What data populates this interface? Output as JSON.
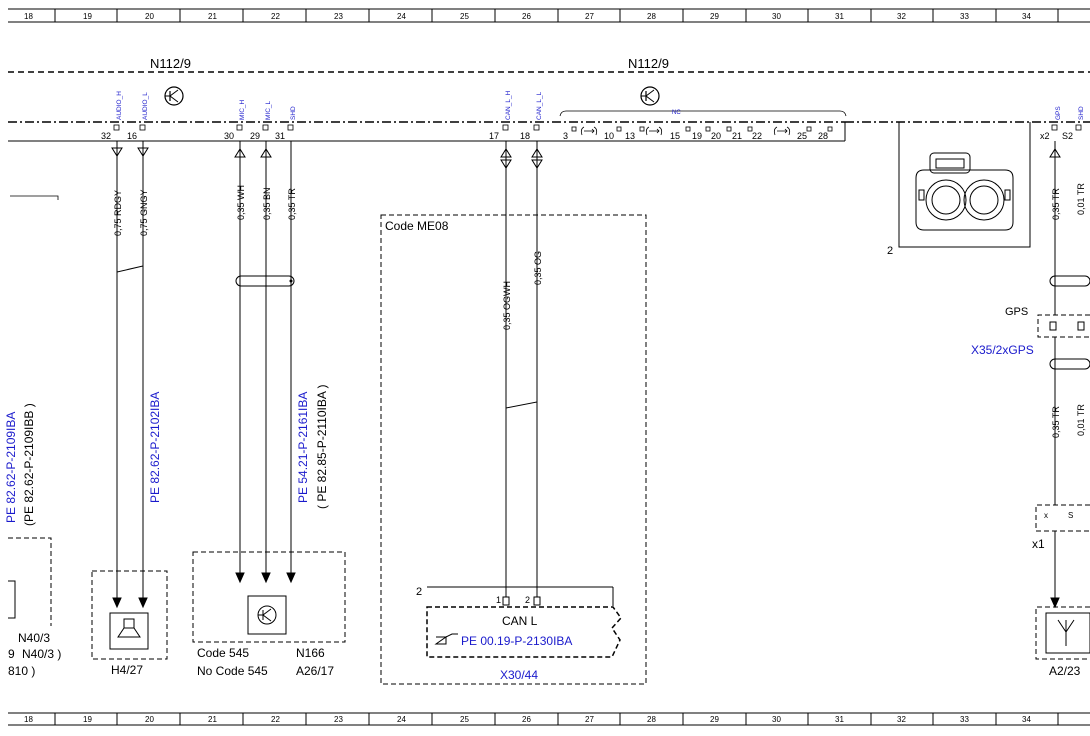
{
  "grid_numbers": [
    "18",
    "19",
    "20",
    "21",
    "22",
    "23",
    "24",
    "25",
    "26",
    "27",
    "28",
    "29",
    "30",
    "31",
    "32",
    "33",
    "34"
  ],
  "components": {
    "n112_left": "N112/9",
    "n112_right": "N112/9",
    "code_me08": "Code ME08",
    "h4_27": "H4/27",
    "code_545": "Code 545",
    "no_code_545": "No  Code 545",
    "n166": "N166",
    "a26_17": "A26/17",
    "x30_44": "X30/44",
    "can_l": "CAN L",
    "n40_3_a": "N40/3",
    "n40_3_b": "N40/3 )",
    "n40_3_paren": "9",
    "ref_810": "810 )",
    "a2_23": "A2/23",
    "gps": "GPS",
    "x35_2xgps": "X35/2xGPS",
    "x1": "x1",
    "num_two_a": "2",
    "num_two_b": "2"
  },
  "pins": {
    "audio_h": "AUDIO_H",
    "audio_l": "AUDIO_L",
    "mic_h": "MIC_H",
    "mic_l": "MIC_L",
    "shd": "SHD",
    "can_l_h": "CAN_L_H",
    "can_l_l": "CAN_L_L",
    "nc": "NC",
    "gps": "GPS",
    "shd_right": "SHD",
    "num_32": "32",
    "num_16": "16",
    "num_30": "30",
    "num_29": "29",
    "num_31": "31",
    "num_17": "17",
    "num_18": "18",
    "num_3": "3",
    "num_10": "10",
    "num_13": "13",
    "num_15": "15",
    "num_19": "19",
    "num_20": "20",
    "num_21": "21",
    "num_22": "22",
    "num_25": "25",
    "num_28": "28",
    "x2": "x2",
    "s2": "S2",
    "can_pin_1": "1",
    "can_pin_2": "2",
    "conn_x": "x",
    "conn_s": "S"
  },
  "wires": {
    "rdgy": "0,75 RDGY",
    "gngy": "0,75 GNGY",
    "wh": "0,35 WH",
    "bn": "0,35 BN",
    "tr": "0,35 TR",
    "ogwh": "0,35 OGWH",
    "og": "0,35 OG",
    "tr_gps_top": "0,35 TR",
    "tr_gps_bot": "0,35 TR",
    "tr_edge_top": "0,01 TR",
    "tr_edge_bot": "0,01 TR"
  },
  "references": {
    "pe_2102": "PE 82.62-P-2102IBA",
    "pe_2161": "PE 54.21-P-2161IBA",
    "pe_2110": "( PE  82.85-P-2110IBA  )",
    "pe_2109_top": "PE 82.62-P-2109IBA",
    "pe_2109_bot": "(PE 82.62-P-2109IBB )",
    "pe_2130": "PE 00.19-P-2130IBA"
  }
}
